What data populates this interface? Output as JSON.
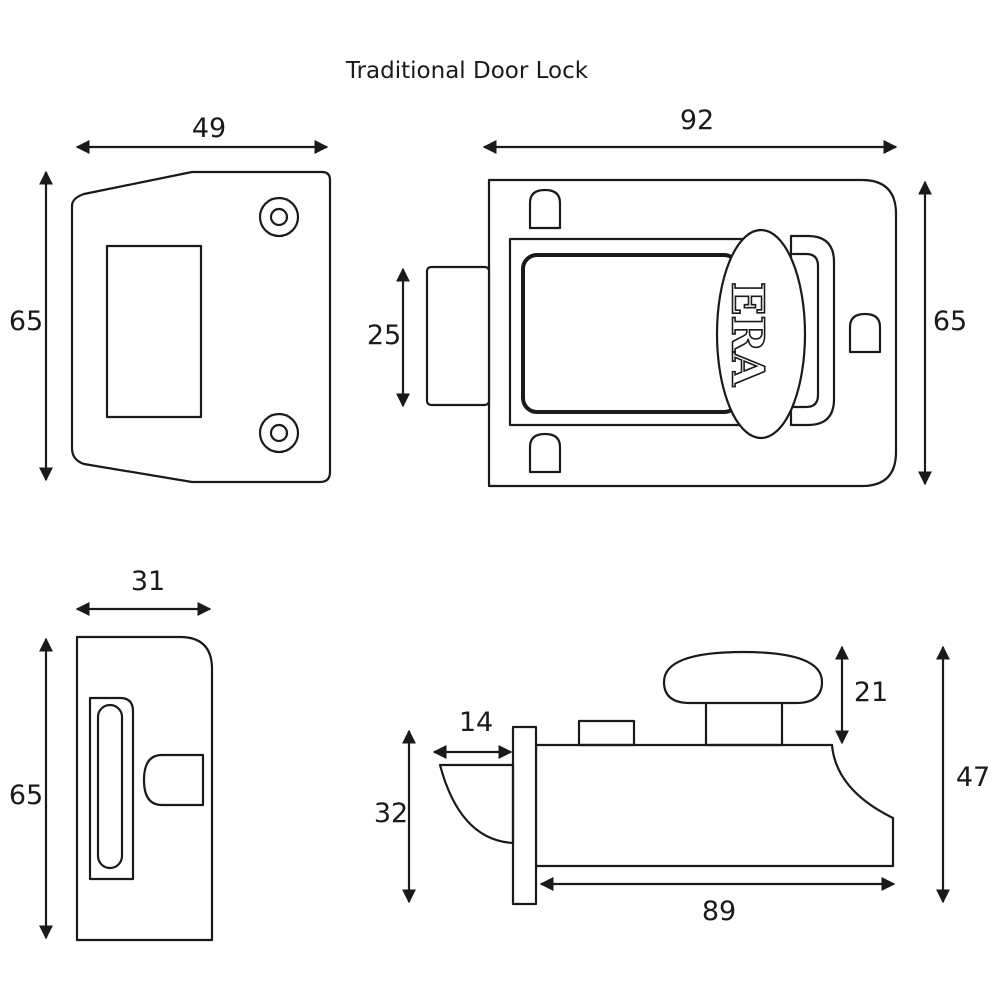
{
  "title": "Traditional Door Lock",
  "logo_text": "ERA",
  "dimensions": {
    "keep_width": "49",
    "keep_height": "65",
    "front_width": "92",
    "front_height": "65",
    "bolt_height": "25",
    "side_width": "31",
    "side_height": "65",
    "bolt_projection": "14",
    "profile_height": "32",
    "knob_height": "21",
    "total_depth": "47",
    "body_length": "89"
  }
}
